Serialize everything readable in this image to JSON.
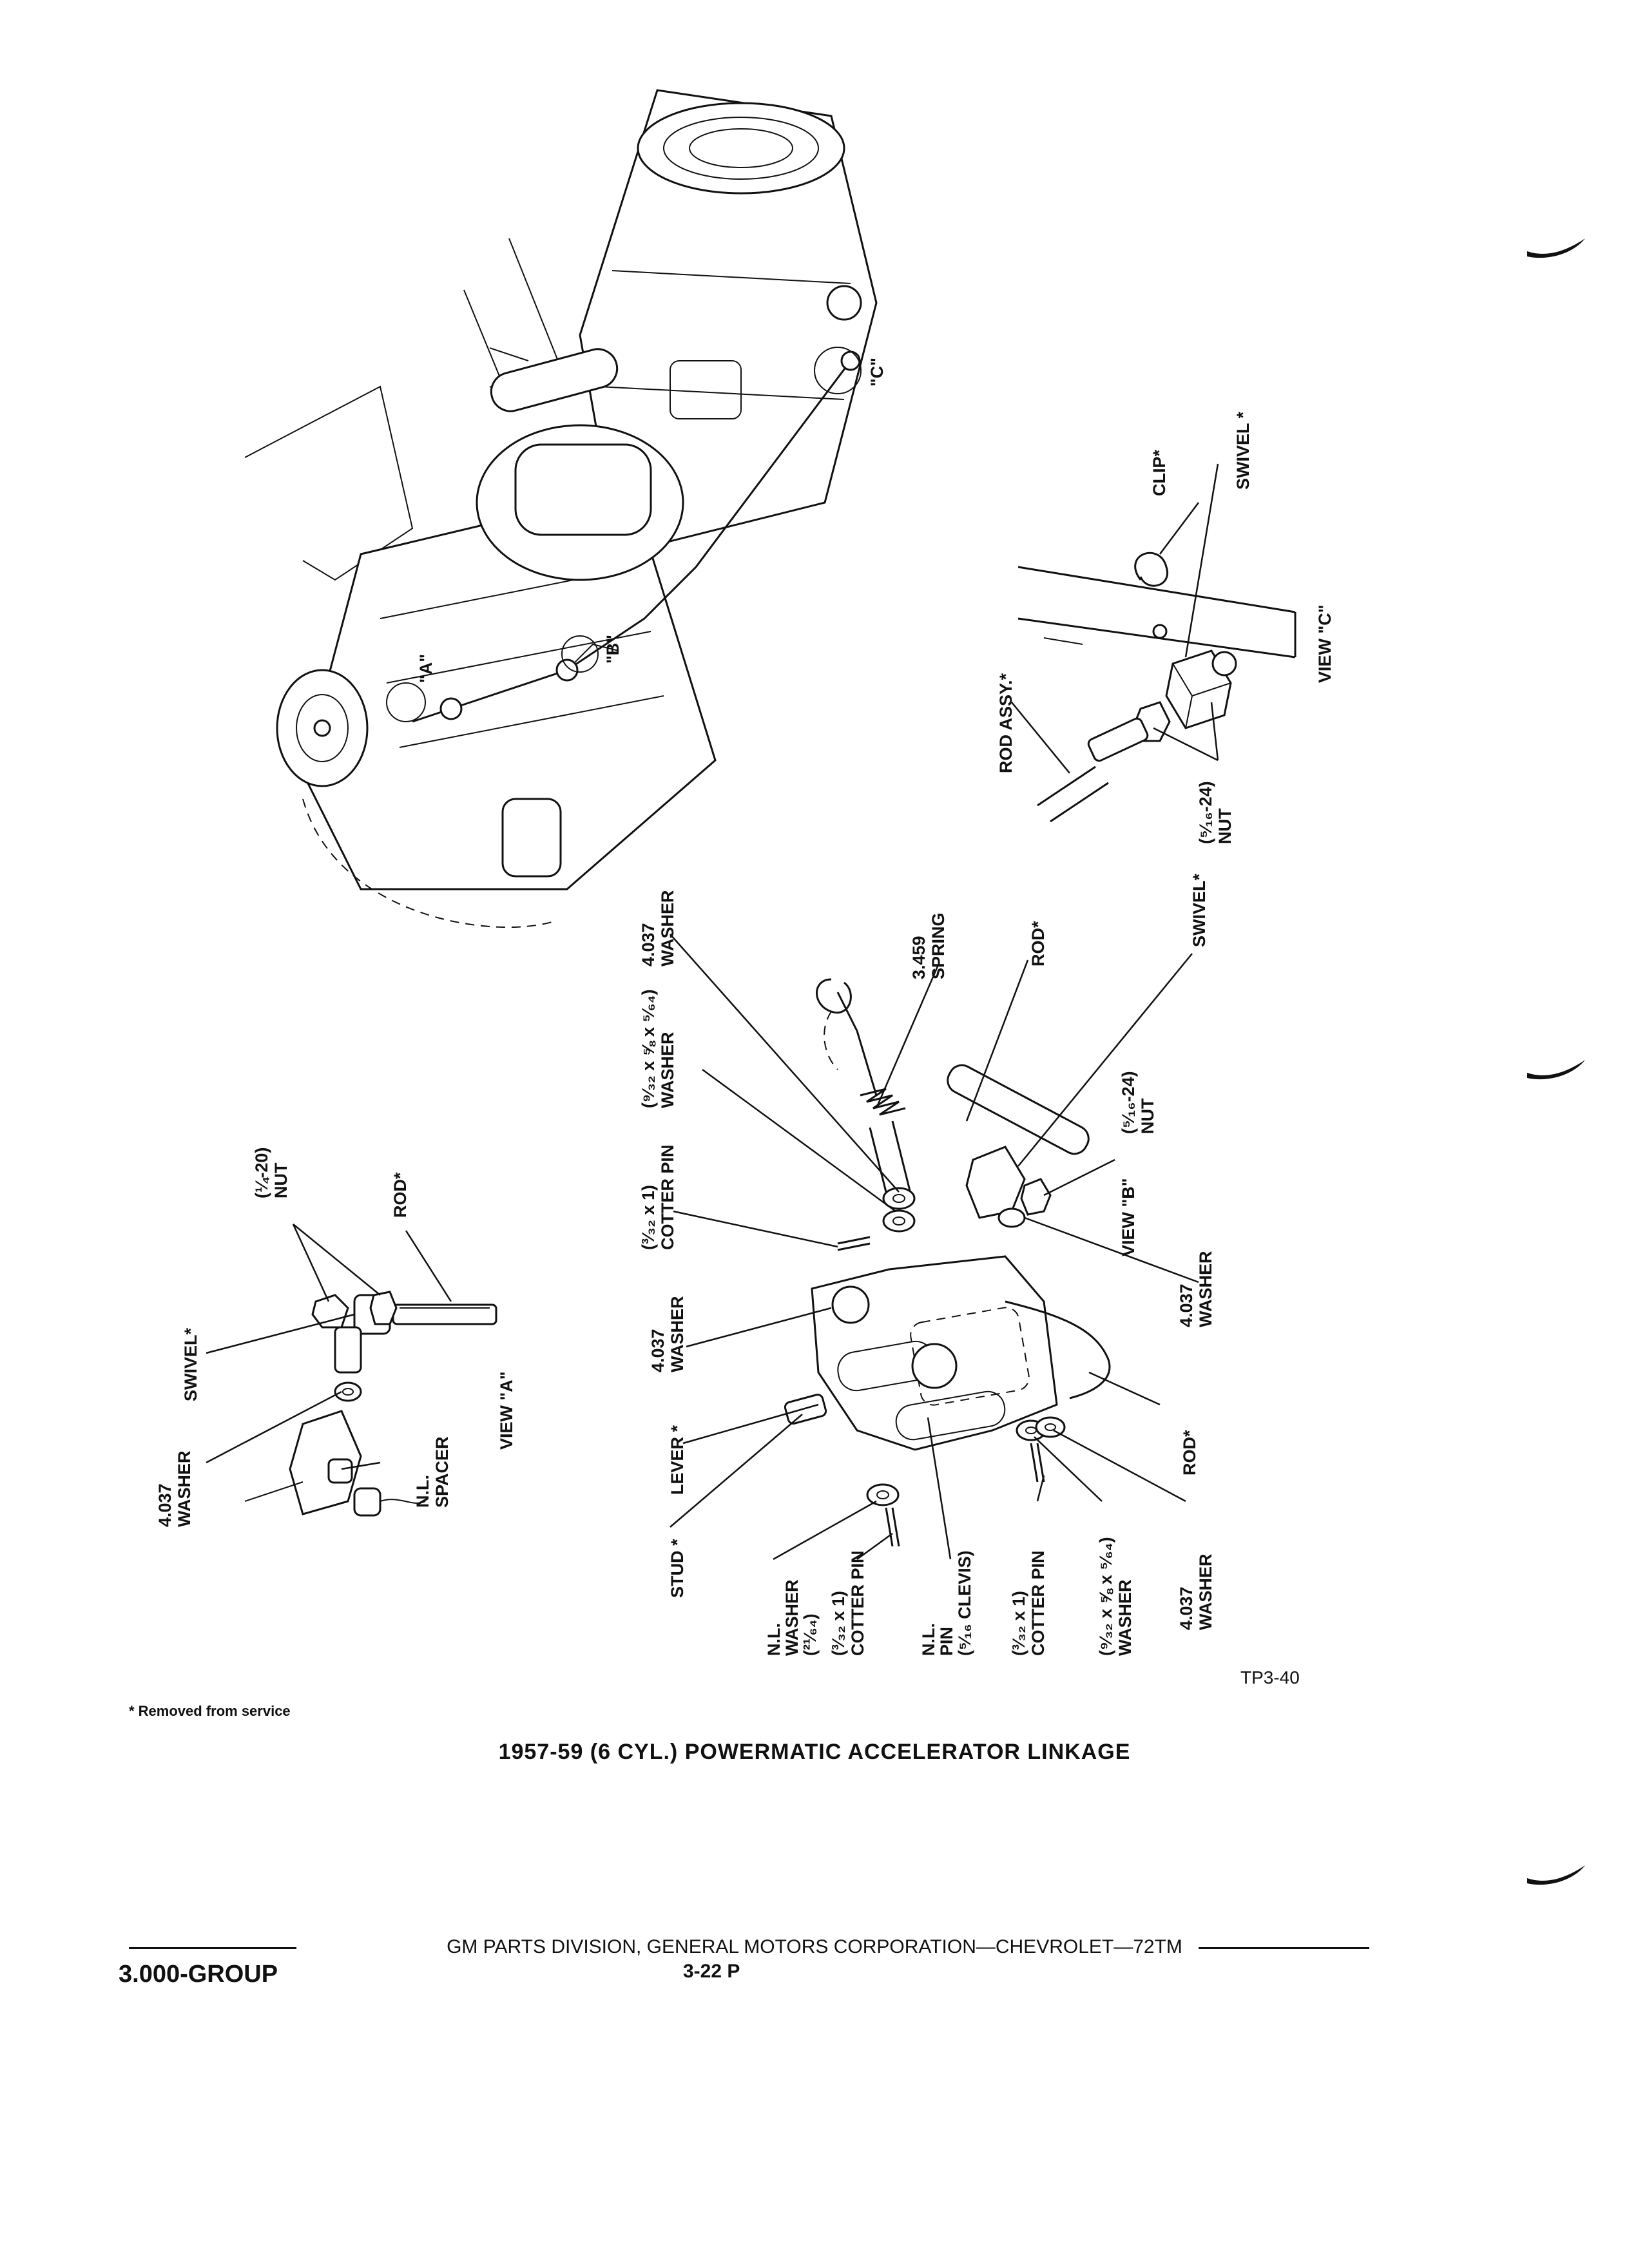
{
  "figure_code": "TP3-40",
  "footnote": "* Removed from service",
  "caption": "1957-59 (6 CYL.) POWERMATIC ACCELERATOR LINKAGE",
  "footer": {
    "publisher": "GM PARTS DIVISION, GENERAL MOTORS CORPORATION—CHEVROLET—72TM",
    "group": "3.000-GROUP",
    "page": "3-22 P"
  },
  "engine_view": {
    "callout_a": "\"A\"",
    "callout_b": "\"B\"",
    "callout_c": "\"C\""
  },
  "view_a": {
    "title": "VIEW \"A\"",
    "labels": {
      "nut": [
        "(¼-20)",
        "NUT"
      ],
      "rod": [
        "ROD*"
      ],
      "swivel": [
        "SWIVEL*"
      ],
      "washer": [
        "4.037",
        "WASHER"
      ],
      "spacer": [
        "N.L.",
        "SPACER"
      ]
    }
  },
  "view_b": {
    "title": "VIEW \"B\"",
    "labels": {
      "washer_top": [
        "4.037",
        "WASHER"
      ],
      "spring": [
        "3.459",
        "SPRING"
      ],
      "washer_small": [
        "(⁹⁄₃₂ x ⅝ x ⁵⁄₆₄)",
        "WASHER"
      ],
      "rod_top": [
        "ROD*"
      ],
      "swivel": [
        "SWIVEL*"
      ],
      "cotter_top": [
        "(³⁄₃₂ x 1)",
        "COTTER PIN"
      ],
      "nut": [
        "(⁵⁄₁₆-24)",
        "NUT"
      ],
      "washer_mid": [
        "4.037",
        "WASHER"
      ],
      "washer_right": [
        "4.037",
        "WASHER"
      ],
      "lever": [
        "LEVER *"
      ],
      "rod_bottom": [
        "ROD*"
      ],
      "stud": [
        "STUD *"
      ],
      "nl_washer": [
        "N.L.",
        "WASHER",
        "(²¹⁄₆₄)"
      ],
      "cotter_mid": [
        "(³⁄₃₂ x 1)",
        "COTTER PIN"
      ],
      "nl_pin": [
        "N.L.",
        "PIN",
        "(⁵⁄₁₆ CLEVIS)"
      ],
      "cotter_bottom": [
        "(³⁄₃₂ x 1)",
        "COTTER PIN"
      ],
      "washer_bottom_small": [
        "(⁹⁄₃₂ x ⅝ x ⁵⁄₆₄)",
        "WASHER"
      ],
      "washer_bottom": [
        "4.037",
        "WASHER"
      ]
    }
  },
  "view_c": {
    "title": "VIEW \"C\"",
    "labels": {
      "clip": [
        "CLIP*"
      ],
      "swivel": [
        "SWIVEL *"
      ],
      "rod_assy": [
        "ROD ASSY.*"
      ],
      "nut": [
        "(⁵⁄₁₆-24)",
        "NUT"
      ]
    }
  }
}
